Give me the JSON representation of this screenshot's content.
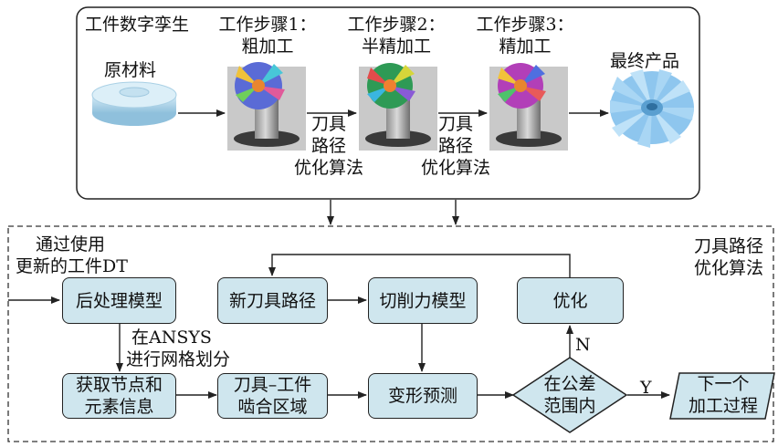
{
  "digital_twin": {
    "title": "工件数字孪生",
    "raw_material": "原材料",
    "step1": {
      "line1": "工作步骤1：",
      "line2": "粗加工"
    },
    "step2": {
      "line1": "工作步骤2：",
      "line2": "半精加工"
    },
    "step3": {
      "line1": "工作步骤3：",
      "line2": "精加工"
    },
    "final_product": "最终产品",
    "toolpath_1": {
      "line1": "刀具",
      "line2": "路径",
      "line3": "优化算法"
    },
    "toolpath_2": {
      "line1": "刀具",
      "line2": "路径",
      "line3": "优化算法"
    }
  },
  "algorithm": {
    "title_line1": "刀具路径",
    "title_line2": "优化算法",
    "input_line1": "通过使用",
    "input_line2": "更新的工件DT",
    "postprocess": "后处理模型",
    "new_toolpath": "新刀具路径",
    "cutting_force": "切削力模型",
    "optimize": "优化",
    "mesh_line1": "在ANSYS",
    "mesh_line2": "进行网格划分",
    "nodes_line1": "获取节点和",
    "nodes_line2": "元素信息",
    "engage_line1": "刀具–工件",
    "engage_line2": "啮合区域",
    "deform": "变形预测",
    "tolerance_line1": "在公差",
    "tolerance_line2": "范围内",
    "no_label": "N",
    "yes_label": "Y",
    "next_line1": "下一个",
    "next_line2": "加工过程"
  },
  "colors": {
    "box_fill": "#cfe6ee",
    "stroke": "#222222"
  }
}
